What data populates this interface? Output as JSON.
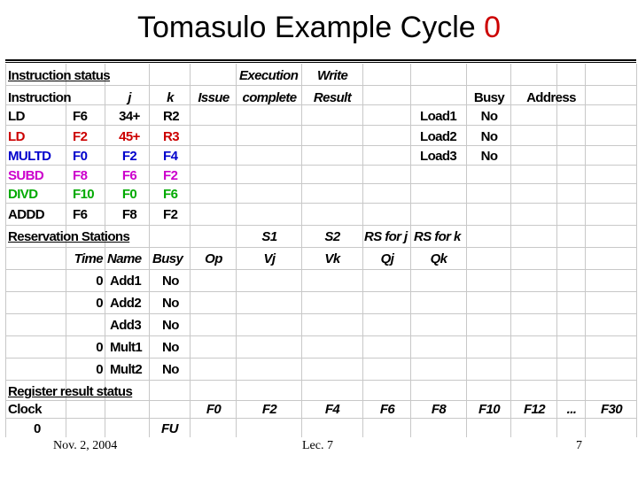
{
  "title": {
    "text": "Tomasulo Example Cycle ",
    "cycle": "0"
  },
  "colors": {
    "ld": "#cc0000",
    "ld2": "#cc0000",
    "multd": "#0000cc",
    "subd": "#cc00cc",
    "divd": "#00aa00",
    "addd": "#000000"
  },
  "instruction_status": {
    "title": "Instruction status",
    "exec_header": "Execution",
    "write_header": "Write",
    "headers": {
      "instruction": "Instruction",
      "j": "j",
      "k": "k",
      "issue": "Issue",
      "complete": "complete",
      "result": "Result"
    },
    "rows": [
      {
        "op": "LD",
        "dest": "F6",
        "j": "34+",
        "k": "R2"
      },
      {
        "op": "LD",
        "dest": "F2",
        "j": "45+",
        "k": "R3"
      },
      {
        "op": "MULTD",
        "dest": "F0",
        "j": "F2",
        "k": "F4"
      },
      {
        "op": "SUBD",
        "dest": "F8",
        "j": "F6",
        "k": "F2"
      },
      {
        "op": "DIVD",
        "dest": "F10",
        "j": "F0",
        "k": "F6"
      },
      {
        "op": "ADDD",
        "dest": "F6",
        "j": "F8",
        "k": "F2"
      }
    ]
  },
  "load_buffers": {
    "headers": {
      "busy": "Busy",
      "address": "Address"
    },
    "rows": [
      {
        "name": "Load1",
        "busy": "No"
      },
      {
        "name": "Load2",
        "busy": "No"
      },
      {
        "name": "Load3",
        "busy": "No"
      }
    ]
  },
  "reservation_stations": {
    "title": "Reservation Stations",
    "top_headers": {
      "s1": "S1",
      "s2": "S2",
      "rsj": "RS for j",
      "rsk": "RS for k"
    },
    "headers": {
      "time": "Time",
      "name": "Name",
      "busy": "Busy",
      "op": "Op",
      "vj": "Vj",
      "vk": "Vk",
      "qj": "Qj",
      "qk": "Qk"
    },
    "rows": [
      {
        "time": "0",
        "name": "Add1",
        "busy": "No"
      },
      {
        "time": "0",
        "name": "Add2",
        "busy": "No"
      },
      {
        "time": "",
        "name": "Add3",
        "busy": "No"
      },
      {
        "time": "0",
        "name": "Mult1",
        "busy": "No"
      },
      {
        "time": "0",
        "name": "Mult2",
        "busy": "No"
      }
    ]
  },
  "register_status": {
    "title": "Register result status",
    "clock_label": "Clock",
    "clock_value": "0",
    "fu_label": "FU",
    "registers": [
      "F0",
      "F2",
      "F4",
      "F6",
      "F8",
      "F10",
      "F12",
      "...",
      "F30"
    ]
  },
  "footer": {
    "date": "Nov. 2, 2004",
    "lecture": "Lec. 7",
    "page": "7"
  }
}
